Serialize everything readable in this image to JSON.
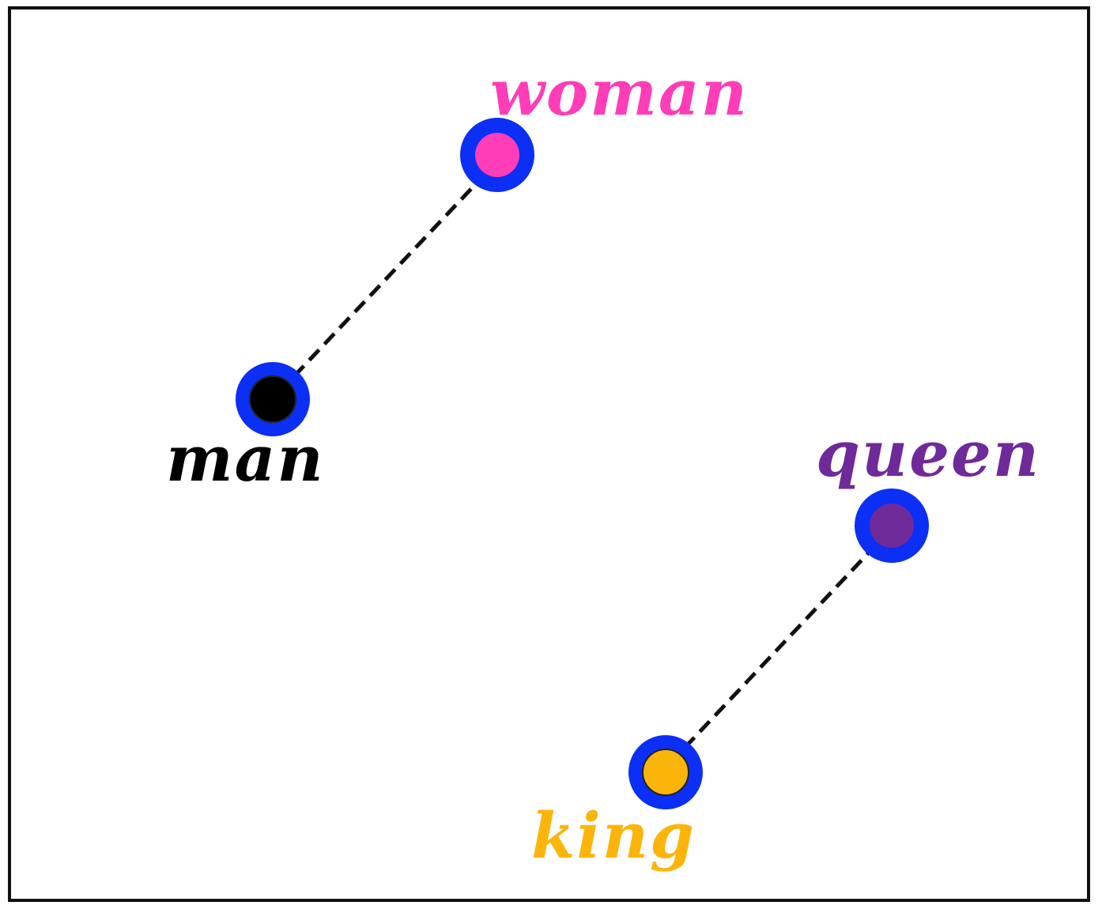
{
  "words": [
    {
      "id": "man",
      "label": "man",
      "color": "#000000"
    },
    {
      "id": "woman",
      "label": "woman",
      "color": "#ff3db8"
    },
    {
      "id": "queen",
      "label": "queen",
      "color": "#6f2a9a"
    },
    {
      "id": "king",
      "label": "king",
      "color": "#fbb50a"
    }
  ],
  "pairs": [
    {
      "from": "man",
      "to": "woman"
    },
    {
      "from": "king",
      "to": "queen"
    }
  ],
  "marker_ring_color": "#0b2ff5",
  "connector_color": "#111111"
}
